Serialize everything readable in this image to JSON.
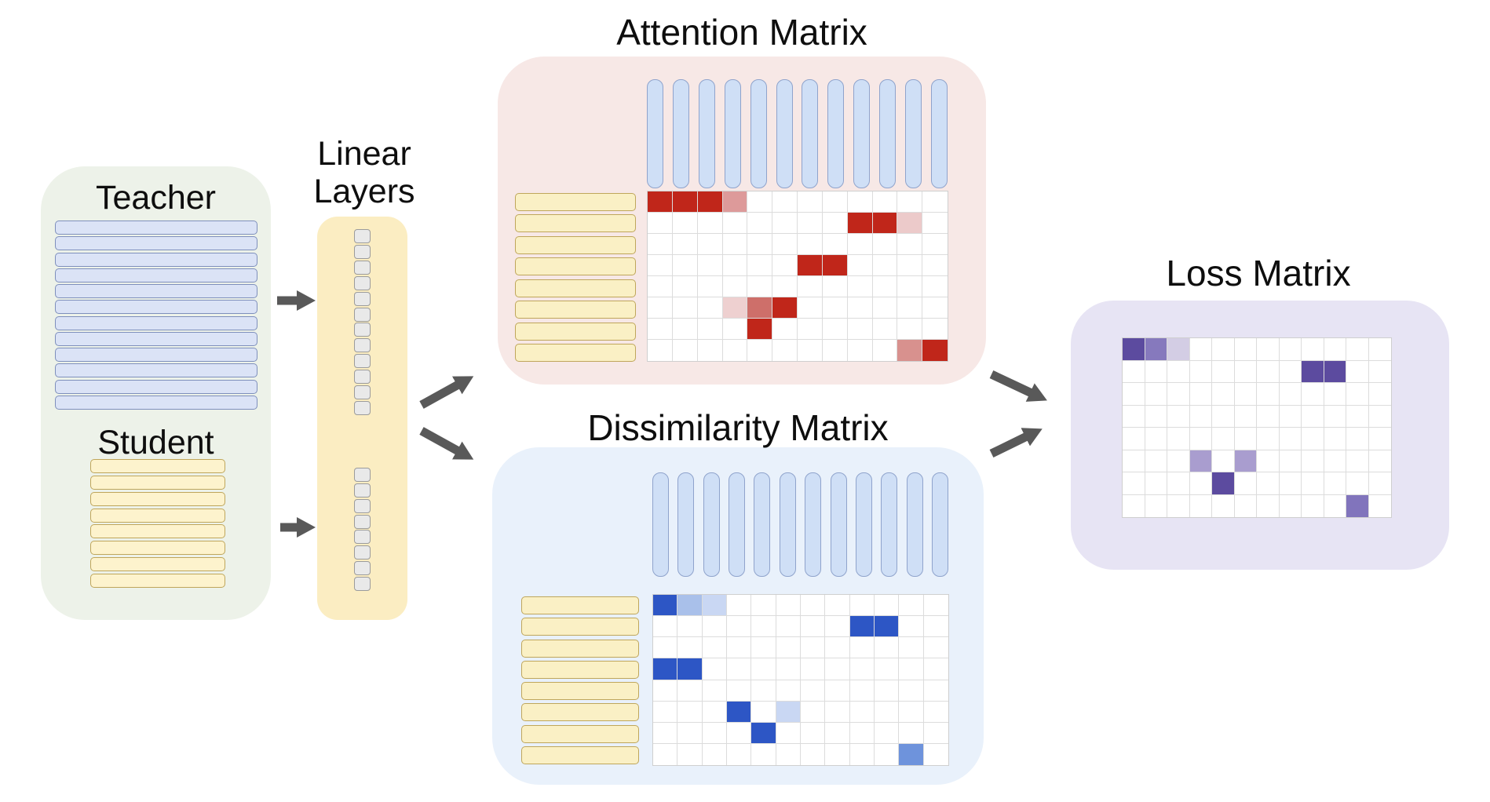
{
  "page": {
    "background": "#ffffff"
  },
  "io_panel": {
    "teacher_label": "Teacher",
    "student_label": "Student",
    "teacher_rows": 12,
    "student_rows": 8,
    "bg": "#edf2e9",
    "teacher_row_fill": "#dbe3f6",
    "teacher_row_border": "#7e8fbc",
    "student_row_fill": "#fdf3cd",
    "student_row_border": "#bfa65b"
  },
  "linear": {
    "label_line1": "Linear",
    "label_line2": "Layers",
    "top_cells": 12,
    "bottom_cells": 8,
    "bg": "#fbedc2",
    "cell_fill": "#e9e9e9",
    "cell_border": "#9b9b9b"
  },
  "attention": {
    "title": "Attention Matrix",
    "bg": "#f7e8e6",
    "columns": 12,
    "rows": 8,
    "row_headers": 8,
    "capsule_fill": "#cfdff6",
    "capsule_border": "#8fa3cc",
    "row_header_fill": "#faf0c5",
    "row_header_border": "#bfa65b",
    "grid_bg": "#ffffff",
    "grid_line": "#dcdcdc",
    "cells": [
      {
        "r": 0,
        "c": 0,
        "color": "#c0261a"
      },
      {
        "r": 0,
        "c": 1,
        "color": "#c0261a"
      },
      {
        "r": 0,
        "c": 2,
        "color": "#c0261a"
      },
      {
        "r": 0,
        "c": 3,
        "color": "#dd9a9a"
      },
      {
        "r": 1,
        "c": 8,
        "color": "#c0261a"
      },
      {
        "r": 1,
        "c": 9,
        "color": "#c0261a"
      },
      {
        "r": 1,
        "c": 10,
        "color": "#eccaca"
      },
      {
        "r": 3,
        "c": 6,
        "color": "#c0261a"
      },
      {
        "r": 3,
        "c": 7,
        "color": "#c0261a"
      },
      {
        "r": 5,
        "c": 3,
        "color": "#eed0d0"
      },
      {
        "r": 5,
        "c": 4,
        "color": "#ce6f6a"
      },
      {
        "r": 5,
        "c": 5,
        "color": "#c0261a"
      },
      {
        "r": 6,
        "c": 4,
        "color": "#c0261a"
      },
      {
        "r": 7,
        "c": 10,
        "color": "#d8918e"
      },
      {
        "r": 7,
        "c": 11,
        "color": "#c0261a"
      }
    ]
  },
  "dissimilarity": {
    "title": "Dissimilarity Matrix",
    "bg": "#e9f1fb",
    "columns": 12,
    "rows": 8,
    "row_headers": 8,
    "capsule_fill": "#cfdff6",
    "capsule_border": "#8fa3cc",
    "row_header_fill": "#faf0c5",
    "row_header_border": "#bfa65b",
    "grid_bg": "#ffffff",
    "grid_line": "#dcdcdc",
    "cells": [
      {
        "r": 0,
        "c": 0,
        "color": "#2d56c5"
      },
      {
        "r": 0,
        "c": 1,
        "color": "#a9c0ea"
      },
      {
        "r": 0,
        "c": 2,
        "color": "#c9d7f3"
      },
      {
        "r": 1,
        "c": 8,
        "color": "#2d56c5"
      },
      {
        "r": 1,
        "c": 9,
        "color": "#2d56c5"
      },
      {
        "r": 3,
        "c": 0,
        "color": "#2d56c5"
      },
      {
        "r": 3,
        "c": 1,
        "color": "#2d56c5"
      },
      {
        "r": 5,
        "c": 3,
        "color": "#2d56c5"
      },
      {
        "r": 5,
        "c": 5,
        "color": "#c9d7f3"
      },
      {
        "r": 6,
        "c": 4,
        "color": "#2d56c5"
      },
      {
        "r": 7,
        "c": 10,
        "color": "#6e93dc"
      }
    ]
  },
  "loss": {
    "title": "Loss Matrix",
    "bg": "#e7e4f4",
    "columns": 12,
    "rows": 8,
    "grid_bg": "#ffffff",
    "grid_line": "#dcdcdc",
    "cells": [
      {
        "r": 0,
        "c": 0,
        "color": "#5c4b9f"
      },
      {
        "r": 0,
        "c": 1,
        "color": "#8679bd"
      },
      {
        "r": 0,
        "c": 2,
        "color": "#d3cde4"
      },
      {
        "r": 1,
        "c": 8,
        "color": "#5c4b9f"
      },
      {
        "r": 1,
        "c": 9,
        "color": "#5c4b9f"
      },
      {
        "r": 5,
        "c": 3,
        "color": "#a99dcf"
      },
      {
        "r": 5,
        "c": 5,
        "color": "#a99dcf"
      },
      {
        "r": 6,
        "c": 4,
        "color": "#5c4b9f"
      },
      {
        "r": 7,
        "c": 10,
        "color": "#8174bc"
      }
    ]
  },
  "arrows": {
    "color": "#595959",
    "items": [
      {
        "name": "arrow-teacher-to-linear",
        "from": "teacher",
        "to": "linear-layers"
      },
      {
        "name": "arrow-student-to-linear",
        "from": "student",
        "to": "linear-layers"
      },
      {
        "name": "arrow-linear-to-attention",
        "from": "linear-layers",
        "to": "attention-matrix"
      },
      {
        "name": "arrow-linear-to-dissimilarity",
        "from": "linear-layers",
        "to": "dissimilarity-matrix"
      },
      {
        "name": "arrow-attention-to-loss",
        "from": "attention-matrix",
        "to": "loss-matrix"
      },
      {
        "name": "arrow-dissimilarity-to-loss",
        "from": "dissimilarity-matrix",
        "to": "loss-matrix"
      }
    ]
  }
}
